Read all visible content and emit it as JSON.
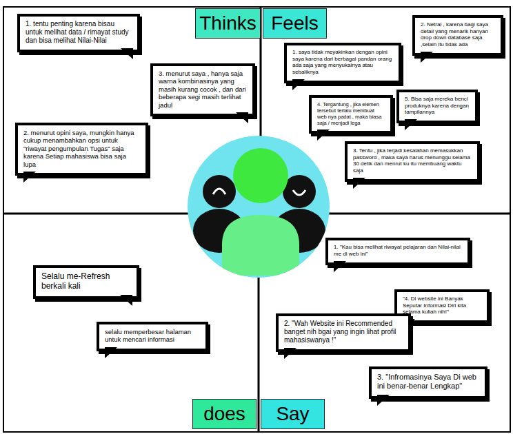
{
  "diagram": {
    "nodes": [
      {
        "text": [
          "Thinks"
        ]
      },
      {
        "text": [
          "Feels"
        ]
      },
      {
        "text": [
          "1. tentu penting karena bisau untuk melihat data / rimayat study dan bisa melihat Nilai-Nilai"
        ]
      },
      {
        "text": [
          "3. menurut saya , hanya saja warna kombinasinya yang masih kurang cocok , dan dari beberapa segi masih terlihat jadul"
        ]
      },
      {
        "text": [
          "2. menurut opini saya, mungkin hanya cukup menambahkan opsi untuk \"riwayat pengumpulan Tugas\" saja karena Setiap mahasiswa bisa saja lupa"
        ]
      },
      {
        "text": [
          "2. Netral , karena bagi saya detail yang menarik hanyan drop down database saja ,selain itu tidak ada"
        ]
      },
      {
        "text": [
          "1. saya tidak meyakinkan dengan opini saya karena dari berbagai pandan orang ada saja yang menyukainya atau sebaliknya"
        ]
      },
      {
        "text": [
          "4. Tergantung , jika elemen tersebut terlalu membuat web nya padat , maka biasa saja / menjadi lega"
        ]
      },
      {
        "text": [
          "5. Bisa saja mereka benci produknya karena dengan tampilannya"
        ]
      },
      {
        "text": [
          "3. Tentu , jika terjadi kesalahan memasukkan password , maka saya harus menunggu selama 30 detik dan menrut ku itu membuang waktu saja"
        ]
      },
      {
        "text": [
          "Selalu me-Refresh berkali kali"
        ]
      },
      {
        "text": [
          "selalu memperbesar halaman untuk mencari informasi"
        ]
      },
      {
        "text": [
          "1. \"Kau bisa melihat riwayat pelajaran dan Nilai-nilai me di web ini\""
        ]
      },
      {
        "text": [
          "\"4. Di website ini Banyak Seputar Informasi Diri kita selama kuliah nih!\""
        ]
      },
      {
        "text": [
          "2. \"Wah Website ini Recommended banget nih bgai yang ingin lihat profil mahasiswanya !\""
        ]
      },
      {
        "text": [
          "3. \"Infromasinya Saya Di web ini benar-benar Lengkap\""
        ]
      },
      {
        "text": [
          "does"
        ]
      },
      {
        "text": [
          "Say"
        ]
      }
    ]
  }
}
